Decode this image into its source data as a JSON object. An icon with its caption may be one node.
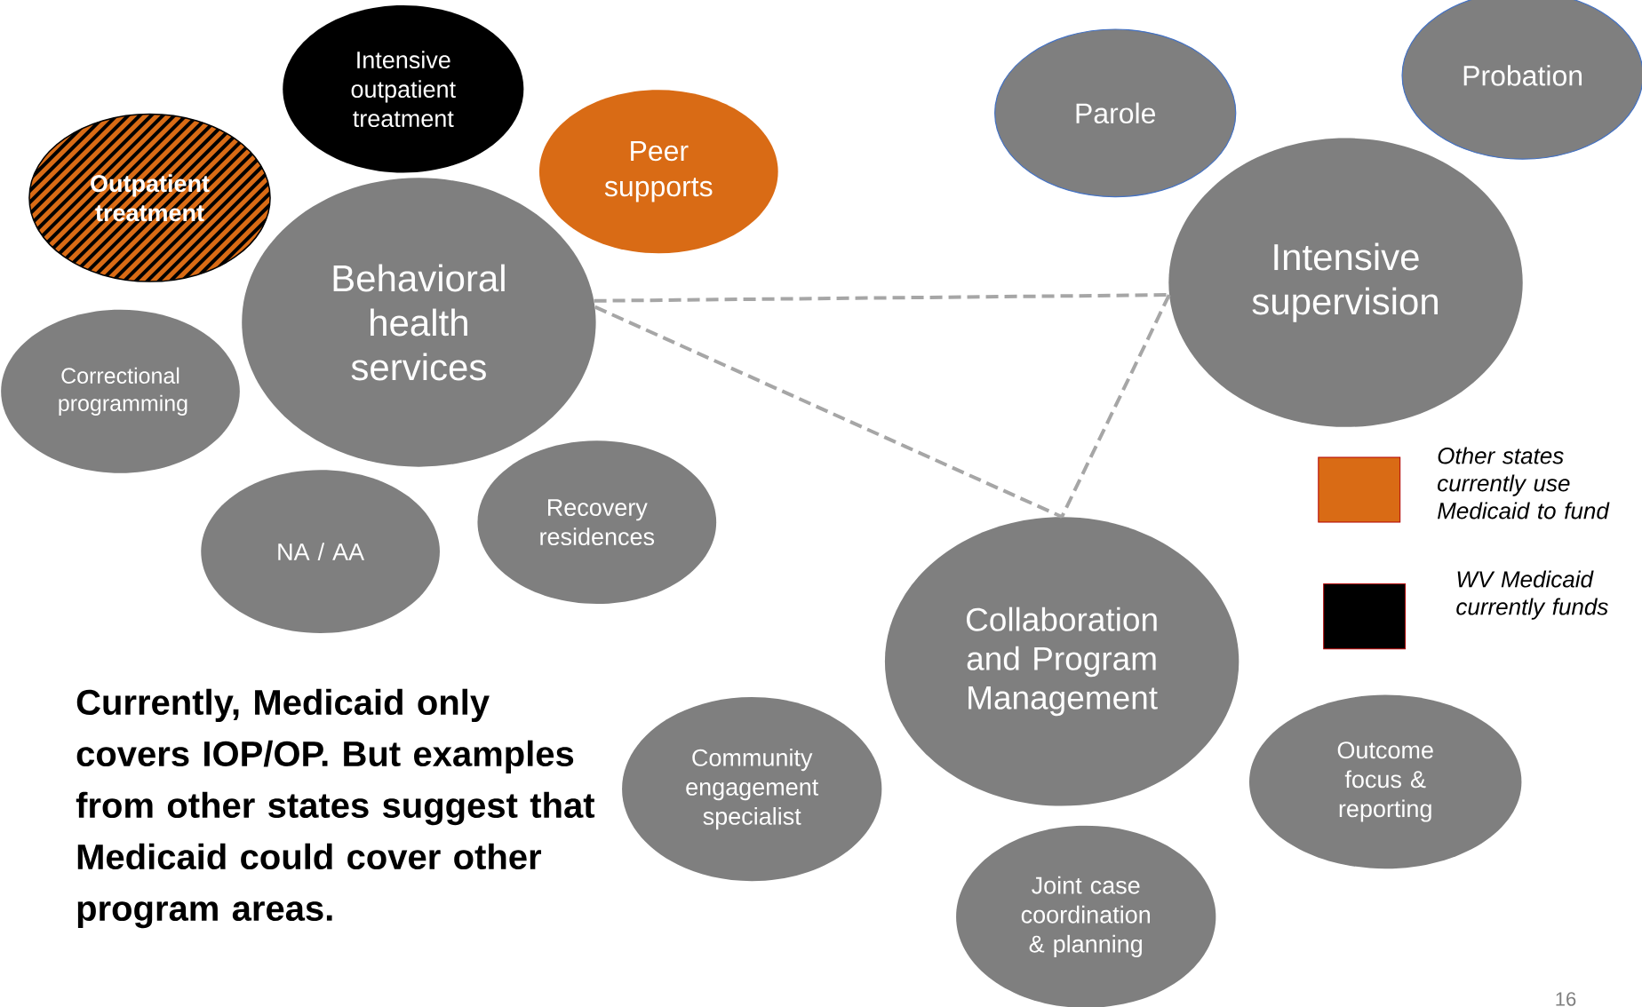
{
  "diagram": {
    "nodes": [
      {
        "text": [
          "Intensive outpatient treatment"
        ]
      },
      {
        "text": [
          "Outpatient treatment"
        ]
      },
      {
        "text": [
          "Peer supports"
        ]
      },
      {
        "text": [
          "Behavioral health services"
        ]
      },
      {
        "text": [
          "Correctional programming"
        ]
      },
      {
        "text": [
          "NA / AA"
        ]
      },
      {
        "text": [
          "Recovery residences"
        ]
      },
      {
        "text": [
          "Parole"
        ]
      },
      {
        "text": [
          "Probation"
        ]
      },
      {
        "text": [
          "Intensive supervision"
        ]
      },
      {
        "text": [
          "Collaboration and Program Management"
        ]
      },
      {
        "text": [
          "Community engagement specialist"
        ]
      },
      {
        "text": [
          "Outcome focus & reporting"
        ]
      },
      {
        "text": [
          "Joint case coordination & planning"
        ]
      }
    ],
    "edges": [
      {
        "from": 3,
        "to": 9,
        "arrow": "none",
        "style": "dashed"
      },
      {
        "from": 3,
        "to": 10,
        "arrow": "none",
        "style": "dashed"
      },
      {
        "from": 9,
        "to": 10,
        "arrow": "none",
        "style": "dashed"
      }
    ],
    "labels": [
      "Currently, Medicaid only covers IOP/OP. But examples from other states suggest that Medicaid could cover other program areas.",
      "16"
    ],
    "legend": [
      {
        "text": "Other states currently use Medicaid to fund",
        "color": "#d96b15"
      },
      {
        "text": "WV Medicaid currently funds",
        "color": "#000000"
      }
    ]
  }
}
